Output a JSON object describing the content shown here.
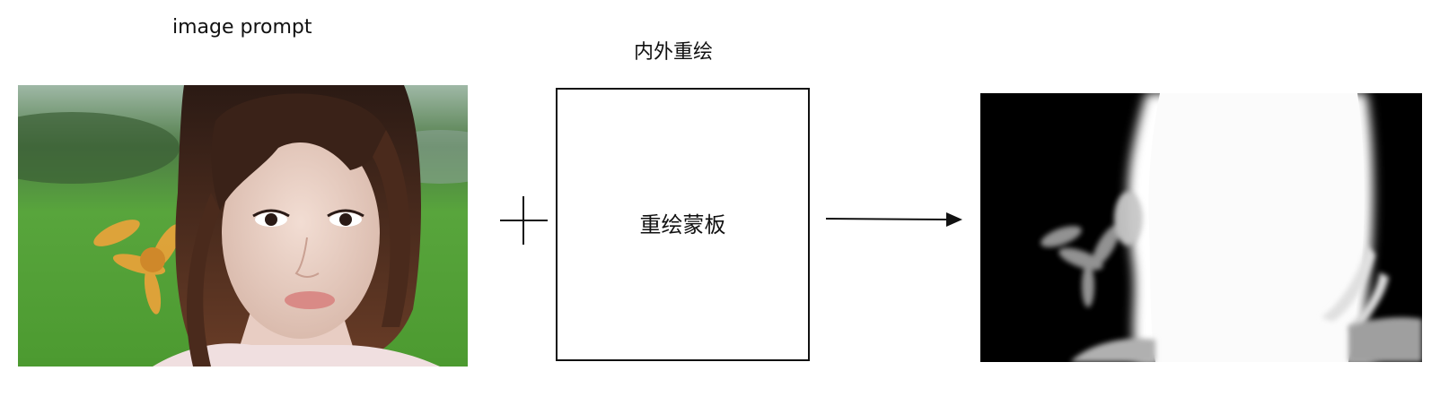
{
  "labels": {
    "image_prompt": "image prompt",
    "inpaint_outpaint": "内外重绘",
    "repaint_mask": "重绘蒙板"
  },
  "images": {
    "input_photo": "portrait-photo",
    "output_mask": "segmentation-mask"
  },
  "symbols": {
    "plus": "plus-icon",
    "arrow": "arrow-right-icon"
  },
  "colors": {
    "line": "#111111",
    "background": "#ffffff",
    "mask_foreground": "#ffffff",
    "mask_background": "#000000"
  }
}
